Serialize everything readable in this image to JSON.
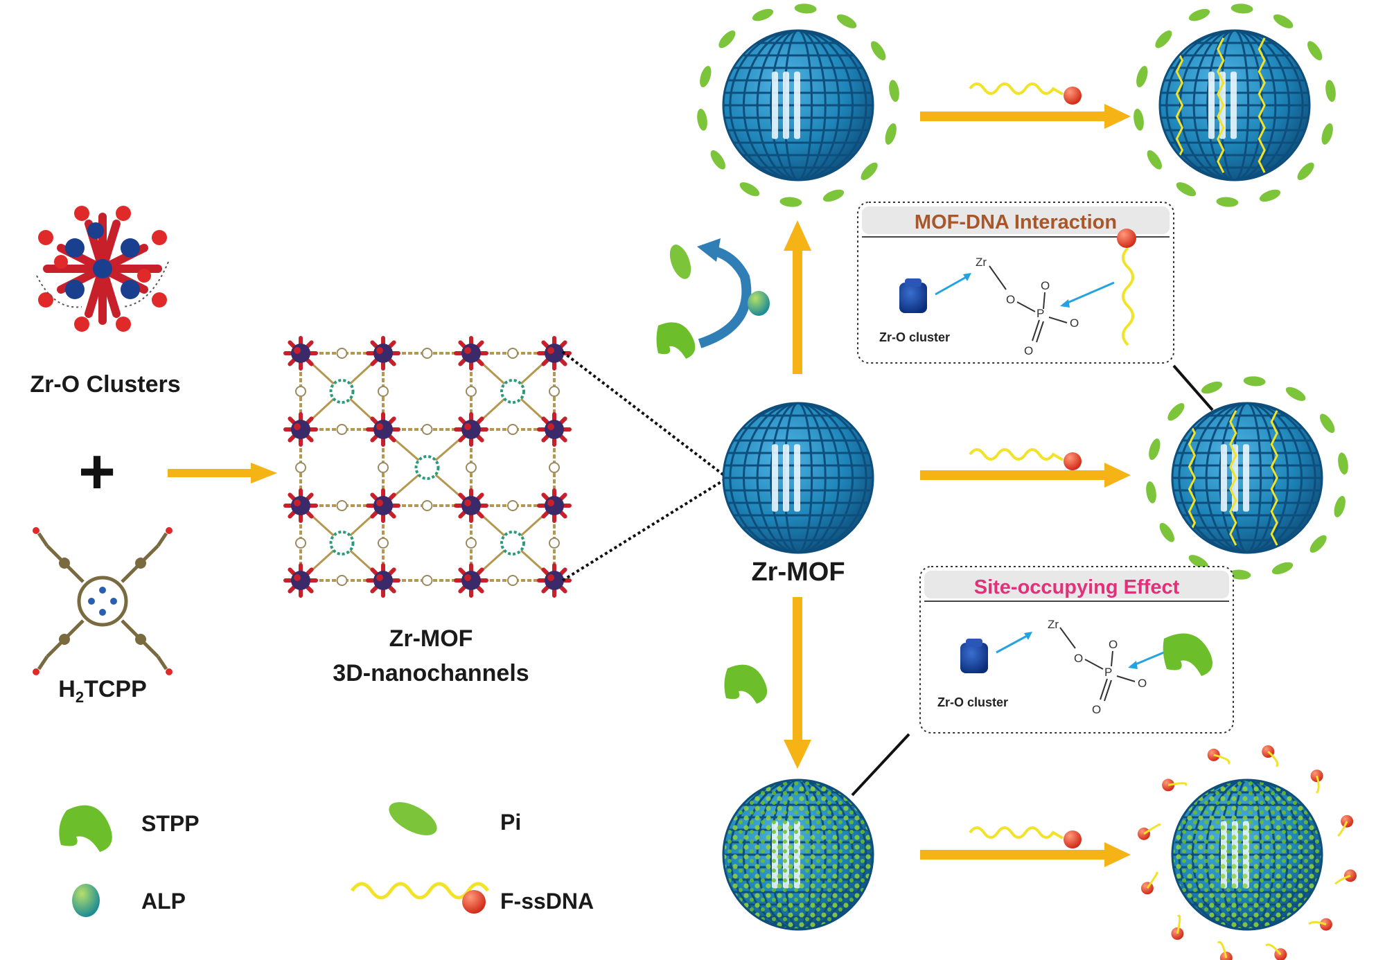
{
  "colors": {
    "arrow": "#f5b315",
    "mof_blue": "#1f86b9",
    "mof_dark": "#0d4e7c",
    "stpp_green": "#6cbf2a",
    "pi_green": "#7cc43a",
    "dna_yellow": "#f2e228",
    "fluor_red": "#e2422a",
    "alp_teal": "#3aa19a",
    "box_title_brown": "#a8562a",
    "box_title_pink": "#e0317a"
  },
  "labels": {
    "zro_clusters": "Zr-O Clusters",
    "plus": "+",
    "h2tcpp_prefix": "H",
    "h2tcpp_sub": "2",
    "h2tcpp_suffix": "TCPP",
    "framework_line1": "Zr-MOF",
    "framework_line2": "3D-nanochannels",
    "zr_mof": "Zr-MOF"
  },
  "boxes": {
    "interaction": {
      "title": "MOF-DNA Interaction",
      "cluster_label": "Zr-O cluster",
      "zr": "Zr",
      "o1": "O",
      "p": "P",
      "o2": "O",
      "o3": "O",
      "o4": "O"
    },
    "site": {
      "title": "Site-occupying Effect",
      "cluster_label": "Zr-O cluster",
      "zr": "Zr",
      "o1": "O",
      "p": "P",
      "o2": "O",
      "o3": "O",
      "o4": "O"
    }
  },
  "legend": [
    {
      "icon": "stpp-icon",
      "label": "STPP"
    },
    {
      "icon": "alp-icon",
      "label": "ALP"
    },
    {
      "icon": "pi-icon",
      "label": "Pi"
    },
    {
      "icon": "f-ssdna-icon",
      "label": "F-ssDNA"
    }
  ]
}
